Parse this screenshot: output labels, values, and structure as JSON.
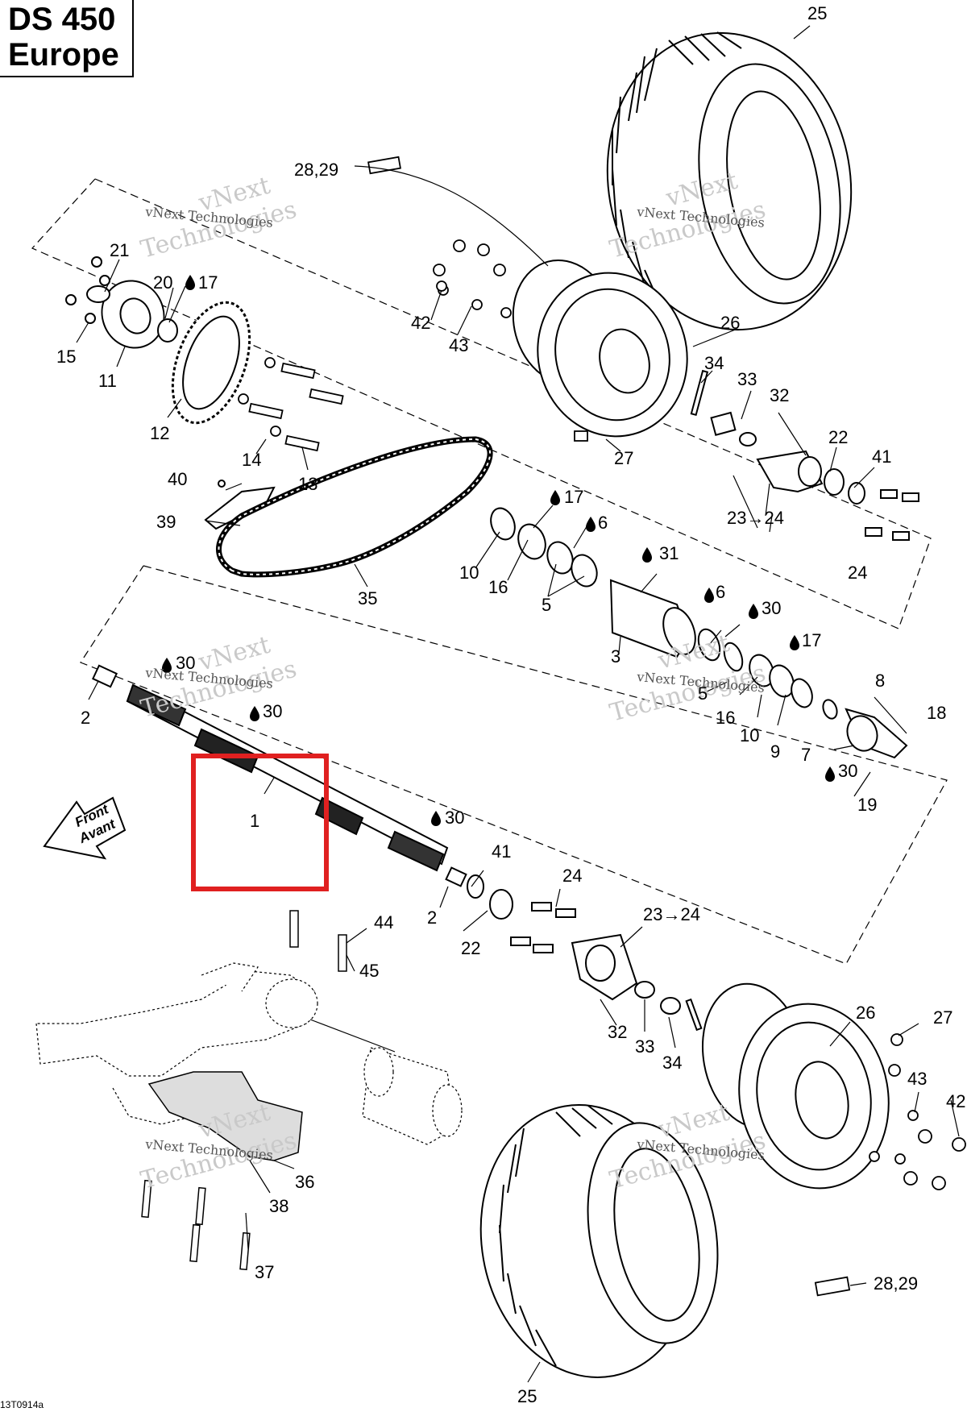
{
  "title": {
    "model": "DS 450",
    "region": "Europe"
  },
  "watermark": {
    "line1": "vNext",
    "line2": "Technologies",
    "line3": "vNext Technologies"
  },
  "direction_arrow": {
    "line1": "Front",
    "line2": "Avant"
  },
  "highlight_color": "#e02020",
  "highlighted_part": "1",
  "callouts": {
    "c25a": "25",
    "c2829a": "28,29",
    "c21": "21",
    "c20": "20",
    "c17a": "17",
    "c15": "15",
    "c11": "11",
    "c12": "12",
    "c42a": "42",
    "c43a": "43",
    "c26a": "26",
    "c34a": "34",
    "c33a": "33",
    "c32a": "32",
    "c14": "14",
    "c13": "13",
    "c27a": "27",
    "c22a": "22",
    "c41a": "41",
    "c40": "40",
    "c39": "39",
    "c17b": "17",
    "c6a": "6",
    "c2324a": "23→24",
    "c10a": "10",
    "c16a": "16",
    "c24a": "24",
    "c31": "31",
    "c5a": "5",
    "c35": "35",
    "c6b": "6",
    "c30a": "30",
    "c3": "3",
    "c17c": "17",
    "c30b": "30",
    "c2a": "2",
    "c30c": "30",
    "c5b": "5",
    "c8": "8",
    "c16b": "16",
    "c18": "18",
    "c10b": "10",
    "c9": "9",
    "c7": "7",
    "c30d": "30",
    "c19": "19",
    "c1": "1",
    "c30e": "30",
    "c41b": "41",
    "c24b": "24",
    "c2b": "2",
    "c44": "44",
    "c2324b": "23→24",
    "c22b": "22",
    "c45": "45",
    "c26b": "26",
    "c27b": "27",
    "c32b": "32",
    "c33b": "33",
    "c34b": "34",
    "c43b": "43",
    "c42b": "42",
    "c36": "36",
    "c38": "38",
    "c37": "37",
    "c2829b": "28,29",
    "c25b": "25"
  },
  "footer_code": "13T0914a"
}
